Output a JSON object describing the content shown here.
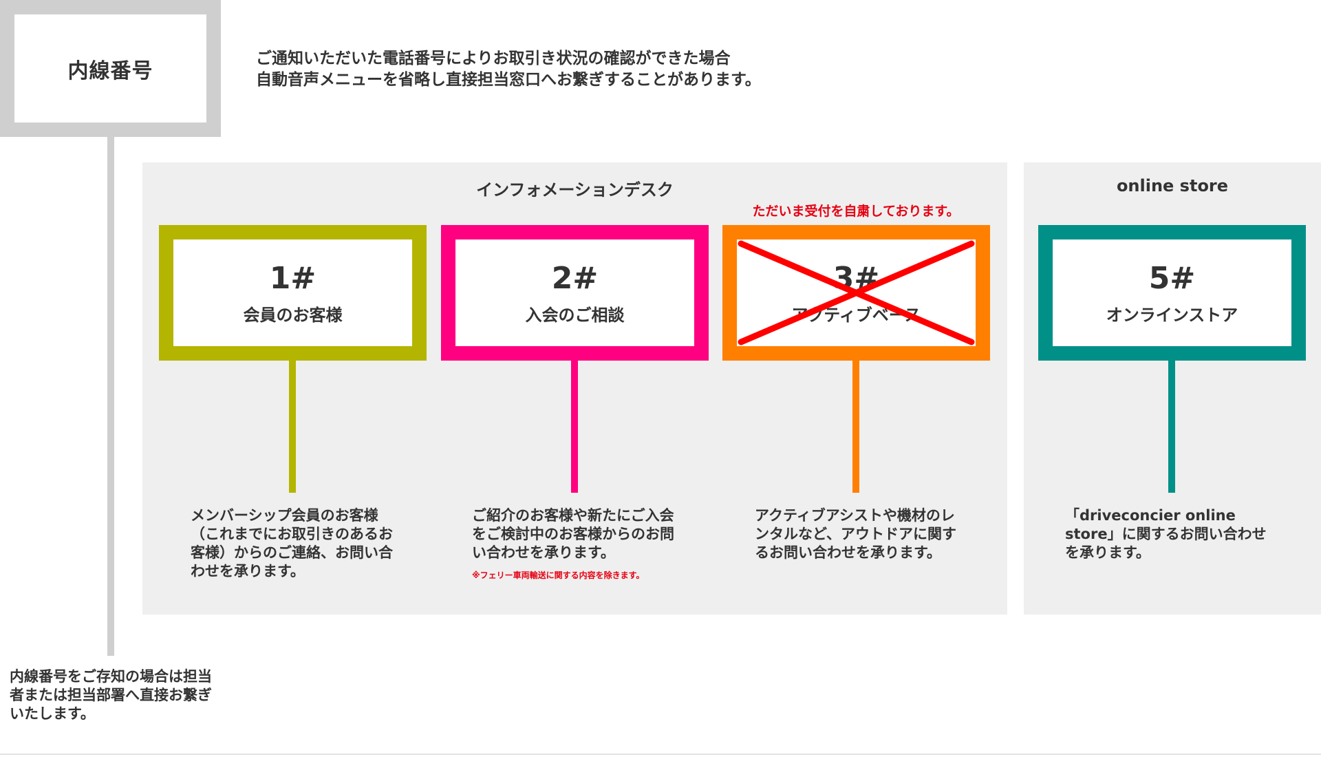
{
  "extension": {
    "title": "内線番号",
    "description": "内線番号をご存知の場合は担当者または担当部署へ直接お繋ぎいたします。",
    "color": "#cfcfcf"
  },
  "notice": {
    "line1": "ご通知いただいた電話番号によりお取引き状況の確認ができた場合",
    "line2": "自動音声メニューを省略し直接担当窓口へお繋ぎすることがあります。"
  },
  "info_desk": {
    "title": "インフォメーションデスク",
    "suspend_note": "ただいま受付を自粛しております。"
  },
  "online_store": {
    "title": "online store"
  },
  "options": [
    {
      "number": "1#",
      "label": "会員のお客様",
      "description": "メンバーシップ会員のお客様（これまでにお取引きのあるお客様）からのご連絡、お問い合わせを承ります。",
      "color": "#b3b500"
    },
    {
      "number": "2#",
      "label": "入会のご相談",
      "description": "ご紹介のお客様や新たにご入会をご検討中のお客様からのお問い合わせを承ります。",
      "footnote": "※フェリー車両輸送に関する内容を除きます。",
      "color": "#ff0080"
    },
    {
      "number": "3#",
      "label": "アクティブベース",
      "description": "アクティブアシストや機材のレンタルなど、アウトドアに関するお問い合わせを承ります。",
      "color": "#ff8000",
      "suspended": true
    },
    {
      "number": "5#",
      "label": "オンラインストア",
      "description": "「driveconcier online store」に関するお問い合わせを承ります。",
      "color": "#009088"
    }
  ],
  "cross_color": "#ff0000"
}
